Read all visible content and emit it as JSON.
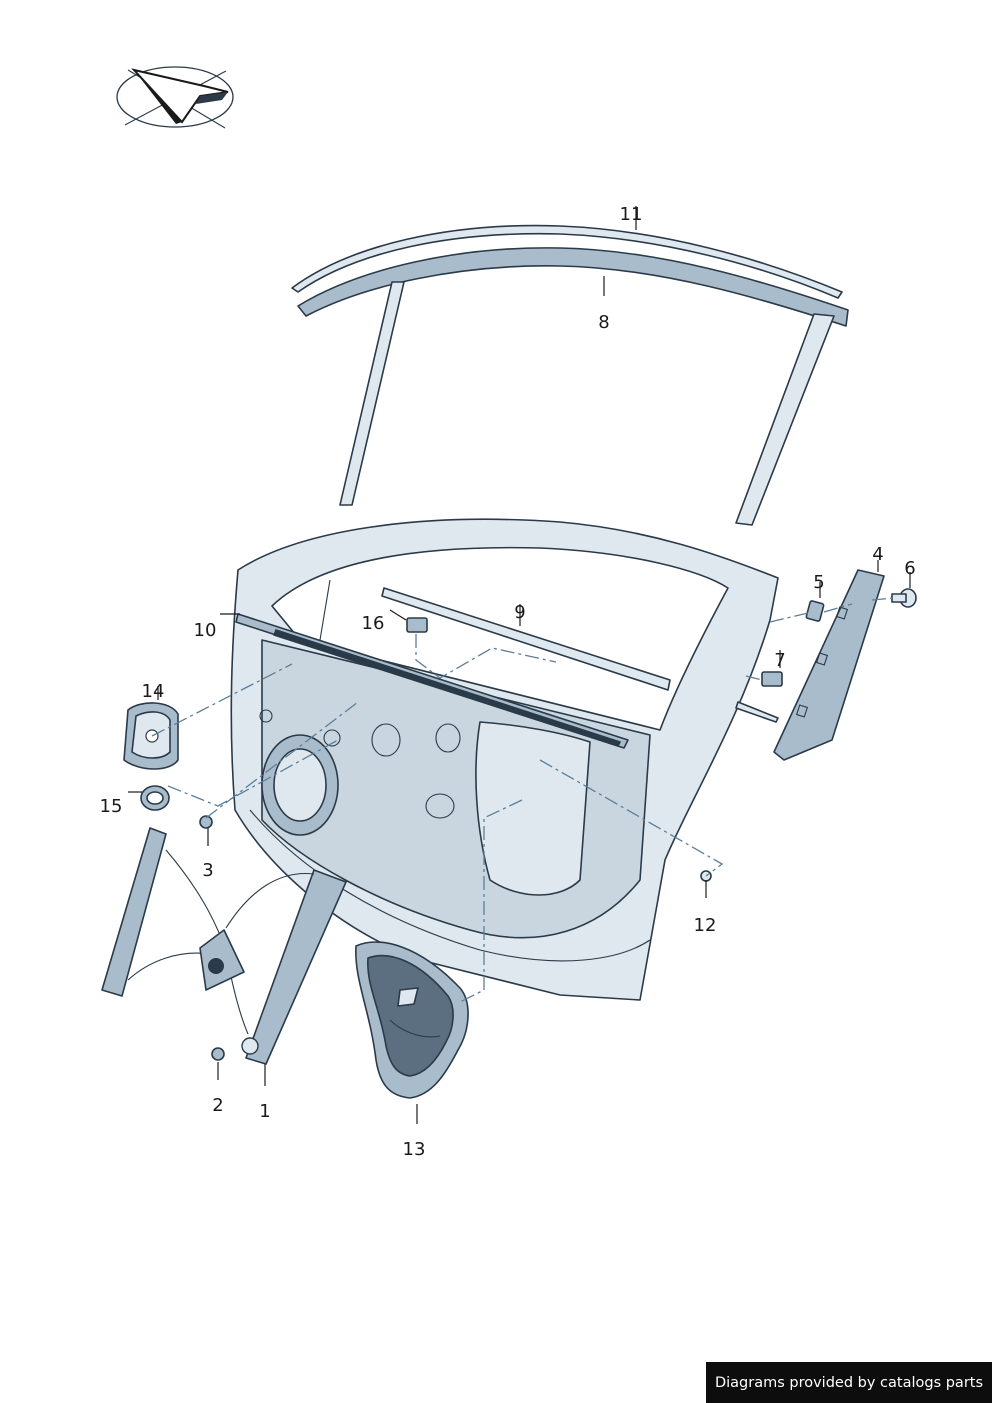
{
  "callouts": [
    "1",
    "2",
    "3",
    "4",
    "5",
    "6",
    "7",
    "8",
    "9",
    "10",
    "11",
    "12",
    "13",
    "14",
    "15",
    "16"
  ],
  "credit": "Diagrams provided by catalogs parts",
  "colors": {
    "part_fill": "#dfe8ef",
    "part_shade": "#a9bccb",
    "outline": "#2a3a48",
    "dash_line": "#5b7f99",
    "credit_bg": "#0d0d0d"
  },
  "icons": [
    "compass-logo-icon"
  ]
}
